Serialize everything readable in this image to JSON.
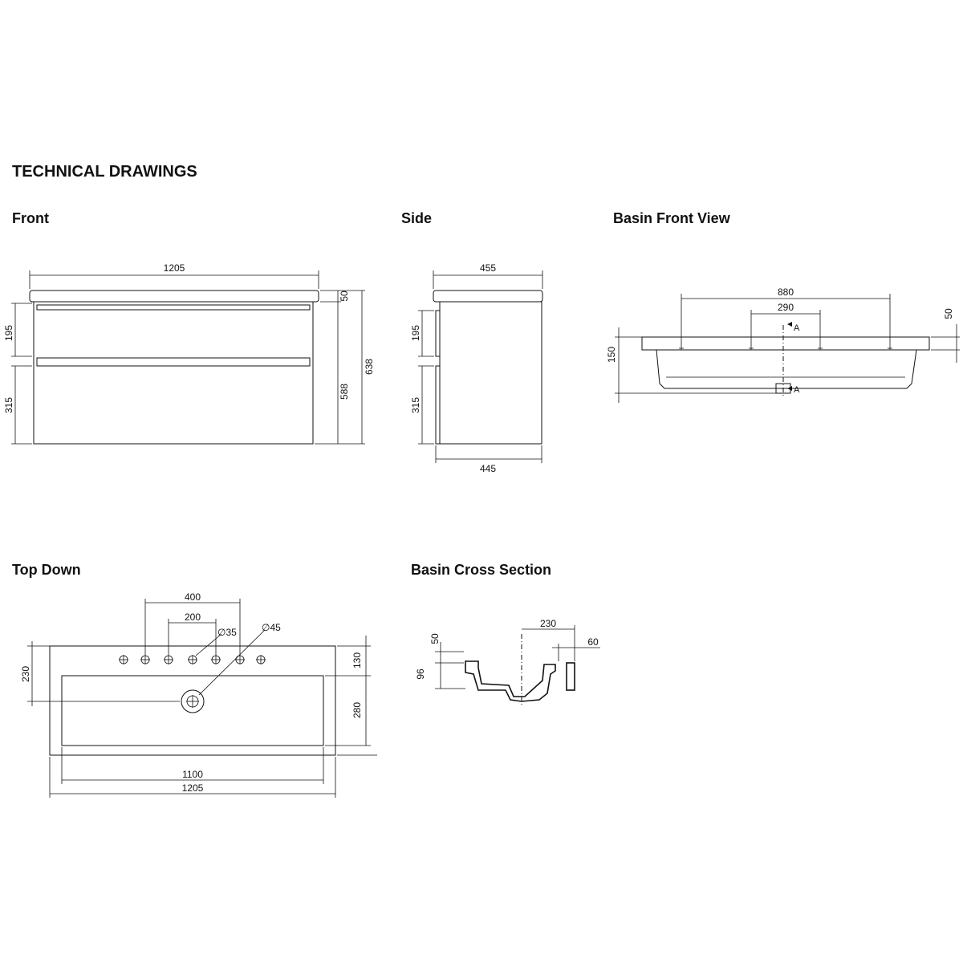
{
  "page_title": "TECHNICAL DRAWINGS",
  "sections": {
    "front": {
      "title": "Front",
      "width": "1205",
      "top_height": "50",
      "drawer_upper": "195",
      "drawer_lower": "315",
      "body_height": "588",
      "total_height": "638"
    },
    "side": {
      "title": "Side",
      "top_depth": "455",
      "drawer_upper": "195",
      "drawer_lower": "315",
      "body_depth": "445"
    },
    "basin_front": {
      "title": "Basin Front View",
      "tap_span": "880",
      "inner_span": "290",
      "rim_height": "50",
      "basin_height": "150",
      "section_marker_top": "A",
      "section_marker_bottom": "A"
    },
    "top_down": {
      "title": "Top Down",
      "hole_span_outer": "400",
      "hole_span_inner": "200",
      "tap_hole_dia": "∅35",
      "waste_dia": "∅45",
      "depth": "230",
      "back_margin": "130",
      "bowl_depth": "280",
      "bowl_width": "1100",
      "overall_width": "1205"
    },
    "cross_section": {
      "title": "Basin Cross Section",
      "rim_thickness": "50",
      "bowl_depth": "96",
      "waste_offset": "230",
      "edge_width": "60"
    }
  }
}
